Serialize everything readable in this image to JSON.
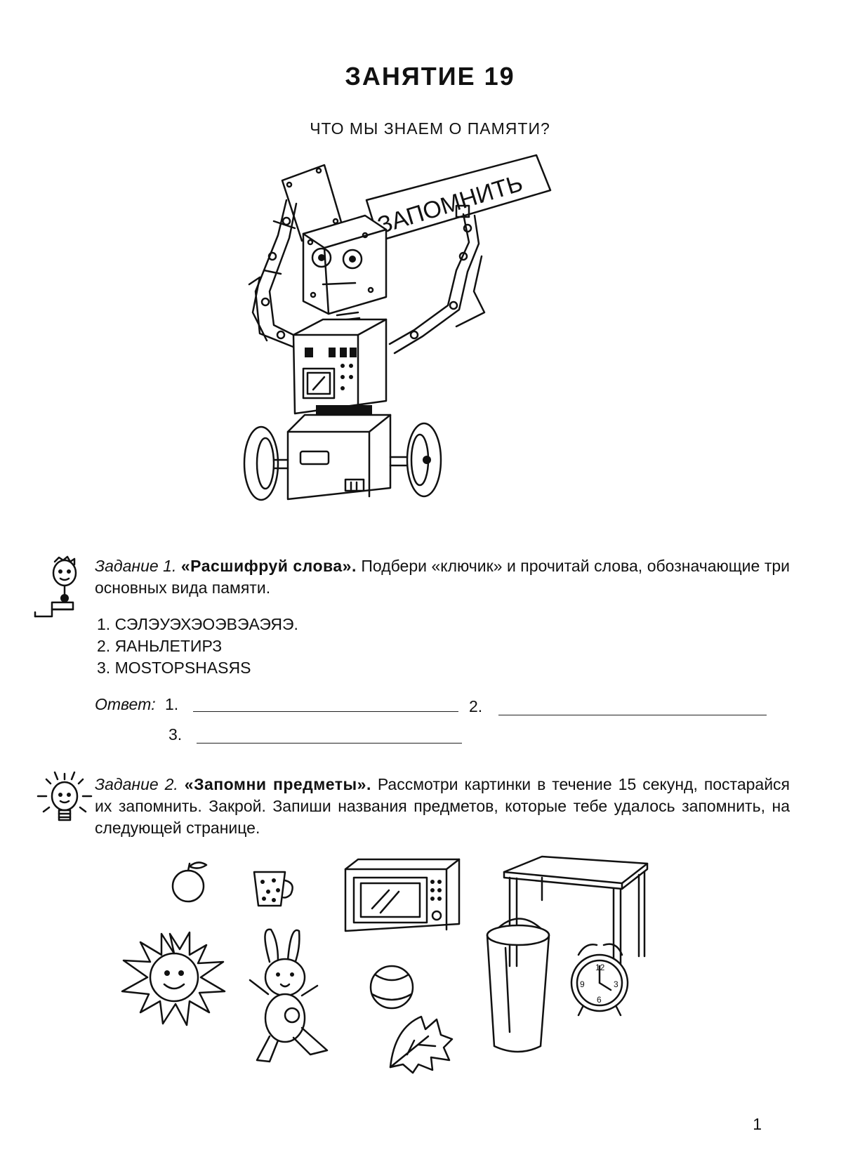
{
  "header": {
    "title": "ЗАНЯТИЕ 19",
    "subtitle": "ЧТО МЫ ЗНАЕМ О ПАМЯТИ?"
  },
  "robot_sign": "ЗАПОМНИТЬ",
  "task1": {
    "label": "Задание 1.",
    "name": "«Расшифруй слова».",
    "text": "Подбери «ключик» и прочитай слова, обозначающие три основных вида памяти.",
    "items": [
      "1. СЭЛЭУЭХЭОЭВЭАЭЯЭ.",
      "2. ЯАНЬЛЕТИРЗ",
      "3. MOSTOPSHASЯS"
    ],
    "answer_label": "Ответ:",
    "answer_numbers": [
      "1.",
      "2.",
      "3."
    ]
  },
  "task2": {
    "label": "Задание 2.",
    "name": "«Запомни предметы».",
    "text": "Рассмотри картинки в течение 15 секунд, постарайся их запомнить. Закрой. Запиши названия предметов, которые тебе удалось запомнить, на следующей странице."
  },
  "page_number": "1"
}
